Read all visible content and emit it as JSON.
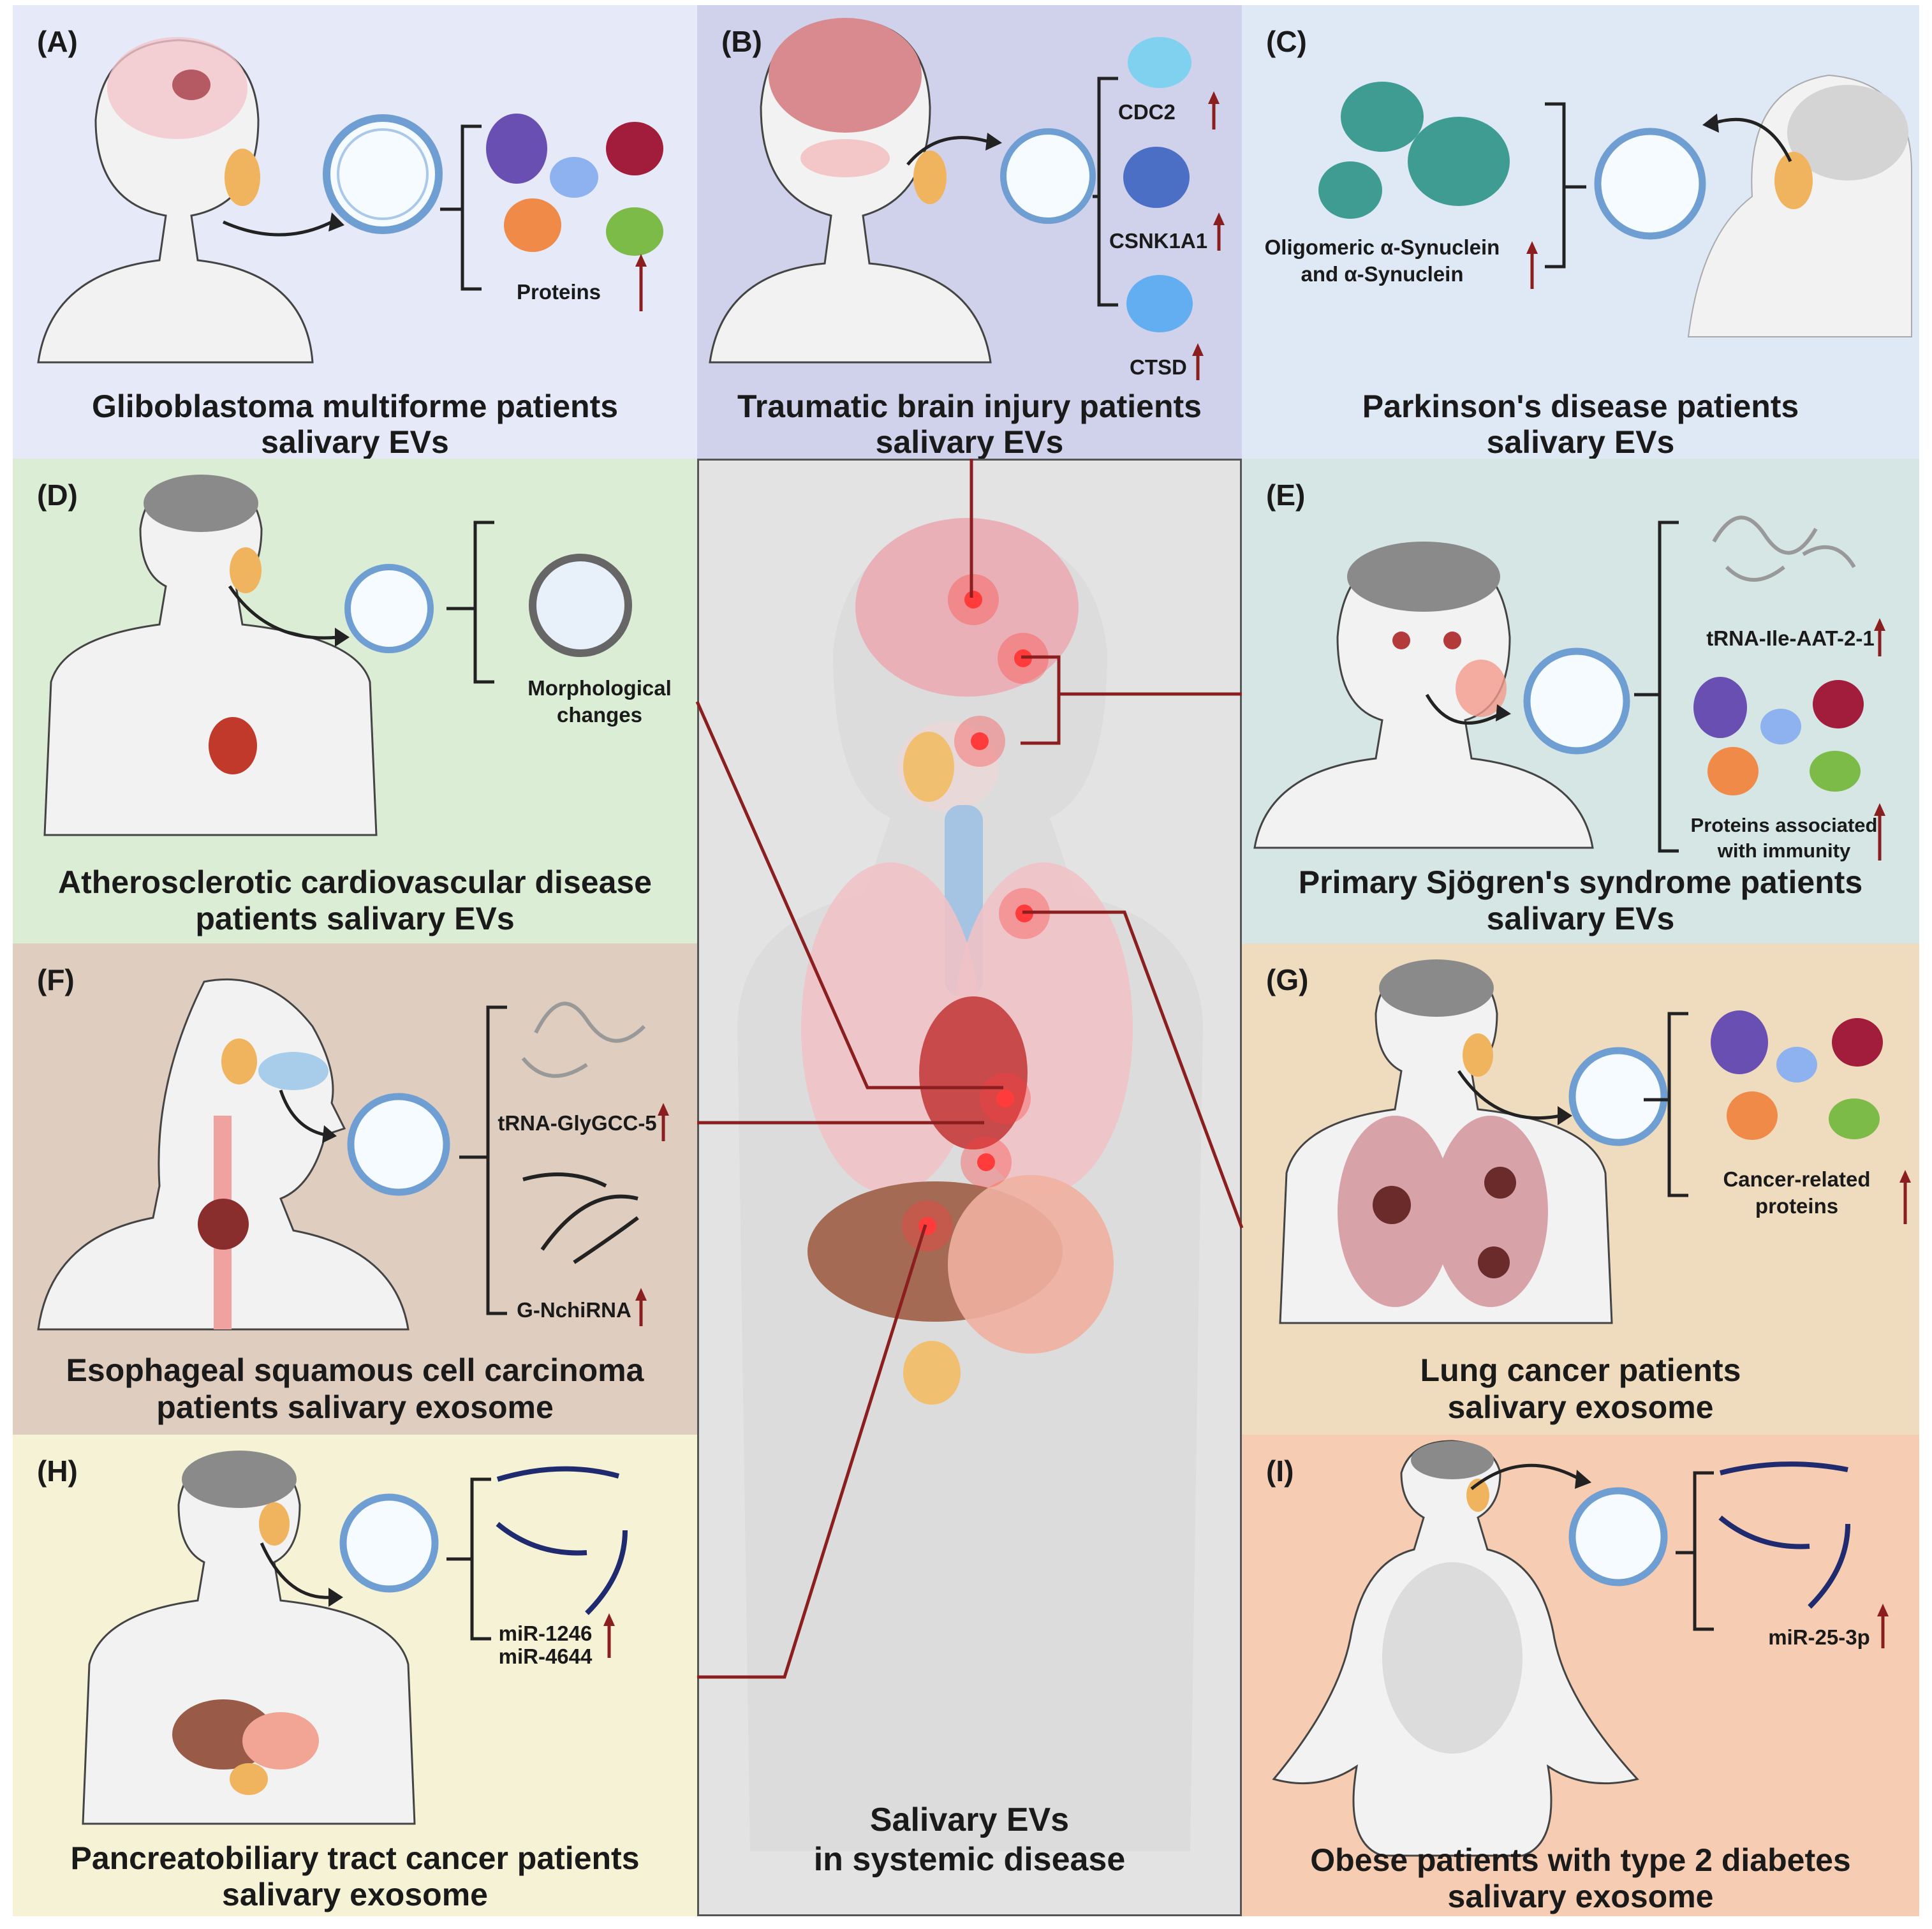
{
  "colors": {
    "A": "#e6e9f7",
    "B": "#cfd2ea",
    "C": "#dfe9f5",
    "D": "#dcedd6",
    "E": "#d6e6e5",
    "F": "#dfcdbf",
    "G": "#efdcbf",
    "H": "#f5f2d6",
    "I": "#f6cdb2",
    "central": "#e3e3e3",
    "connector": "#8b1e1e",
    "arrow_up": "#8b1e1e"
  },
  "panels": {
    "A": {
      "letter": "(A)",
      "caption_1": "Gliboblastoma multiforme patients",
      "caption_2": "salivary EVs",
      "labels": [
        "Proteins"
      ]
    },
    "B": {
      "letter": "(B)",
      "caption_1": "Traumatic brain injury patients",
      "caption_2": "salivary EVs",
      "labels": [
        "CDC2",
        "CSNK1A1",
        "CTSD"
      ]
    },
    "C": {
      "letter": "(C)",
      "caption_1": "Parkinson's disease patients",
      "caption_2": "salivary EVs",
      "labels": [
        "Oligomeric α-Synuclein",
        "and α-Synuclein"
      ]
    },
    "D": {
      "letter": "(D)",
      "caption_1": "Atherosclerotic cardiovascular disease",
      "caption_2": "patients salivary EVs",
      "labels": [
        "Morphological",
        "changes"
      ]
    },
    "E": {
      "letter": "(E)",
      "caption_1": "Primary Sjögren's syndrome patients",
      "caption_2": "salivary EVs",
      "labels": [
        "tRNA-Ile-AAT-2-1",
        "Proteins associated",
        "with immunity"
      ]
    },
    "F": {
      "letter": "(F)",
      "caption_1": "Esophageal squamous cell carcinoma",
      "caption_2": "patients salivary exosome",
      "labels": [
        "tRNA-GlyGCC-5",
        "G-NchiRNA"
      ]
    },
    "G": {
      "letter": "(G)",
      "caption_1": "Lung cancer patients",
      "caption_2": "salivary exosome",
      "labels": [
        "Cancer-related",
        "proteins"
      ]
    },
    "H": {
      "letter": "(H)",
      "caption_1": "Pancreatobiliary tract cancer patients",
      "caption_2": "salivary exosome",
      "labels": [
        "miR-1246",
        "miR-4644"
      ]
    },
    "I": {
      "letter": "(I)",
      "caption_1": "Obese patients with type 2 diabetes",
      "caption_2": "salivary exosome",
      "labels": [
        "miR-25-3p"
      ]
    }
  },
  "central": {
    "title_1": "Salivary EVs",
    "title_2": "in systemic disease"
  }
}
